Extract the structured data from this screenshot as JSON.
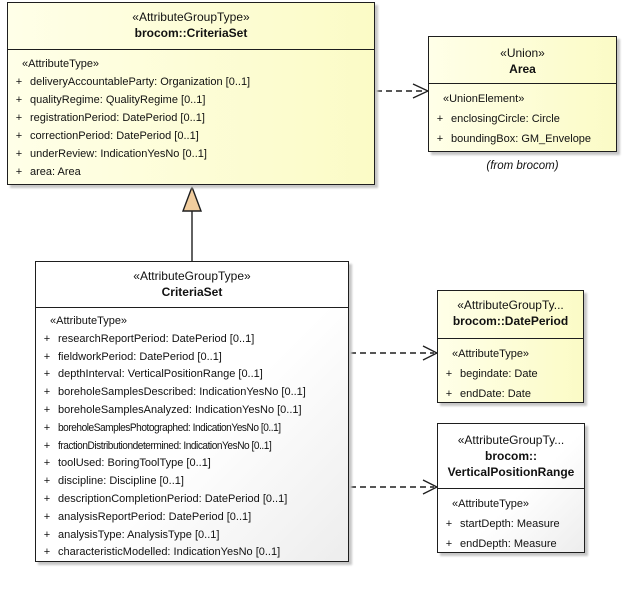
{
  "diagram": {
    "symbols": {
      "plus": "+"
    },
    "colors": {
      "class_fill": "#FBFBC6",
      "class_fill_light": "#FFFFE8",
      "neutral_fill": "#FFFFFF",
      "neutral_fill_dark": "#EDEDED",
      "border": "#1E1E1E",
      "shadow": "#C6C6C6",
      "generalization_fill": "#F1CD9E"
    },
    "boxes": {
      "brocom_criteriaset": {
        "stereotype": "«AttributeGroupType»",
        "name_lines": [
          "brocom::CriteriaSet"
        ],
        "body_stereotype": "«AttributeType»",
        "attributes": [
          "deliveryAccountableParty: Organization [0..1]",
          "qualityRegime: QualityRegime [0..1]",
          "registrationPeriod: DatePeriod [0..1]",
          "correctionPeriod: DatePeriod [0..1]",
          "underReview: IndicationYesNo [0..1]",
          "area: Area"
        ]
      },
      "area": {
        "stereotype": "«Union»",
        "name_lines": [
          "Area"
        ],
        "body_stereotype": "«UnionElement»",
        "attributes": [
          "enclosingCircle: Circle",
          "boundingBox: GM_Envelope"
        ],
        "origin_note": "(from brocom)"
      },
      "criteriaset": {
        "stereotype": "«AttributeGroupType»",
        "name_lines": [
          "CriteriaSet"
        ],
        "body_stereotype": "«AttributeType»",
        "attributes": [
          "researchReportPeriod: DatePeriod [0..1]",
          "fieldworkPeriod: DatePeriod [0..1]",
          "depthInterval: VerticalPositionRange [0..1]",
          "boreholeSamplesDescribed: IndicationYesNo [0..1]",
          "boreholeSamplesAnalyzed: IndicationYesNo [0..1]",
          "boreholeSamplesPhotographed: IndicationYesNo [0..1]",
          "fractionDistributiondetermined: IndicationYesNo [0..1]",
          "toolUsed: BoringToolType [0..1]",
          "discipline: Discipline [0..1]",
          "descriptionCompletionPeriod: DatePeriod [0..1]",
          "analysisReportPeriod: DatePeriod [0..1]",
          "analysisType: AnalysisType [0..1]",
          "characteristicModelled: IndicationYesNo [0..1]"
        ]
      },
      "dateperiod": {
        "stereotype": "«AttributeGroupTy...",
        "name_lines": [
          "brocom::DatePeriod"
        ],
        "body_stereotype": "«AttributeType»",
        "attributes": [
          "begindate: Date",
          "endDate: Date"
        ]
      },
      "verticalpositionrange": {
        "stereotype": "«AttributeGroupTy...",
        "name_lines": [
          "brocom::",
          "VerticalPositionRange"
        ],
        "body_stereotype": "«AttributeType»",
        "attributes": [
          "startDepth: Measure",
          "endDepth: Measure"
        ]
      }
    }
  }
}
